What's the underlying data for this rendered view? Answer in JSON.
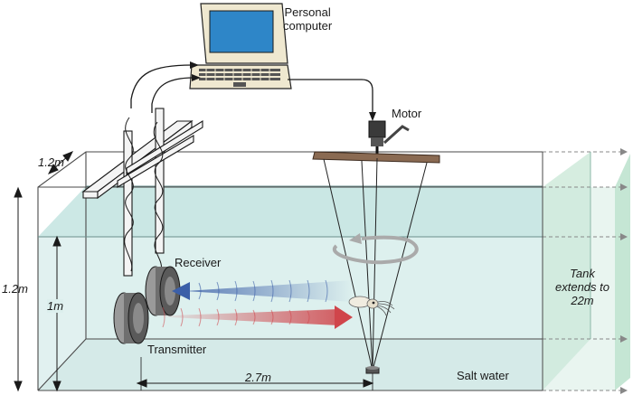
{
  "labels": {
    "computer": [
      "Personal",
      "computer"
    ],
    "motor": "Motor",
    "receiver": "Receiver",
    "transmitter": "Transmitter",
    "tank_note": [
      "Tank",
      "extends to",
      "22m"
    ],
    "salt_water": "Salt water"
  },
  "dimensions": {
    "tank_depth": "1.2m",
    "tank_width": "1.2m",
    "water_depth": "1m",
    "distance": "2.7m"
  },
  "colors": {
    "water": "#d9eeec",
    "water_surface": "#c6e5e2",
    "tank_end": "#bfe3cf",
    "receive_beam": "#3b5fa8",
    "transmit_beam": "#d0454b",
    "screen": "#2e86c8",
    "computer_body": "#efe8d0",
    "platform": "#8a6a52"
  },
  "icons": [
    "computer-icon",
    "motor-icon",
    "transducer-icon",
    "squid-icon",
    "weight-icon"
  ]
}
